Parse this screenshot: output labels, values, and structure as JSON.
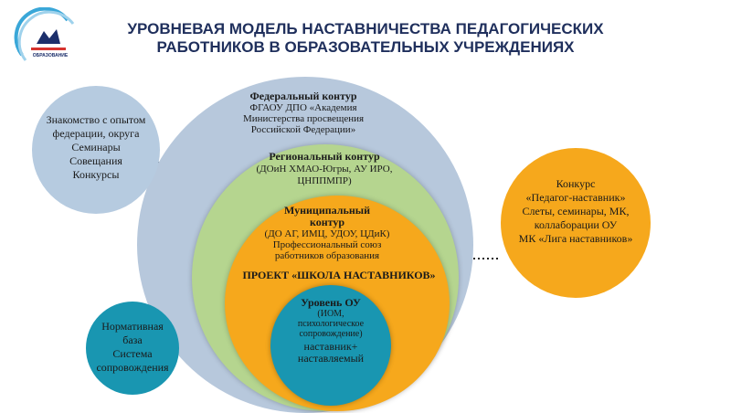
{
  "title_line1": "УРОВНЕВАЯ МОДЕЛЬ НАСТАВНИЧЕСТВА ПЕДАГОГИЧЕСКИХ",
  "title_line2": "РАБОТНИКОВ В ОБРАЗОВАТЕЛЬНЫХ УЧРЕЖДЕНИЯХ",
  "logo_text": "ОБРАЗОВАНИЕ",
  "federal": {
    "heading": "Федеральный контур",
    "lines": [
      "ФГАОУ ДПО «Академия",
      "Министерства просвещения",
      "Российской Федерации»"
    ]
  },
  "regional": {
    "heading": "Региональный контур",
    "lines": [
      "(ДОиН ХМАО-Югры, АУ ИРО,",
      "ЦНППМПР)"
    ]
  },
  "municipal": {
    "heading_lines": [
      "Муниципальный",
      "контур"
    ],
    "lines": [
      "(ДО АГ, ИМЦ, УДОУ, ЦДиК)",
      "Профессиональный союз",
      "работников образования"
    ]
  },
  "project": "ПРОЕКТ «ШКОЛА НАСТАВНИКОВ»",
  "ou": {
    "heading": "Уровень ОУ",
    "lines": [
      "(ИОМ,",
      "психологическое",
      "сопровождение)"
    ],
    "bottom_lines": [
      "наставник+",
      "наставляемый"
    ]
  },
  "left_top": {
    "lines": [
      "Знакомство с опытом",
      "федерации, округа",
      "Семинары",
      "Совещания",
      "Конкурсы"
    ]
  },
  "right": {
    "lines": [
      "Конкурс",
      "«Педагог-наставник»",
      "Слеты, семинары, МК,",
      "коллаборации ОУ",
      "МК «Лига наставников»"
    ]
  },
  "left_bottom": {
    "lines": [
      "Нормативная",
      "база",
      "Система",
      "сопровождения"
    ]
  },
  "colors": {
    "federal": "#b7c8dc",
    "regional": "#b5d58f",
    "municipal": "#f6a81c",
    "ou": "#1996b1",
    "left_top": "#b6cbe0",
    "right": "#f6a81c",
    "left_bottom": "#1996b1",
    "title": "#1f2f5c"
  }
}
